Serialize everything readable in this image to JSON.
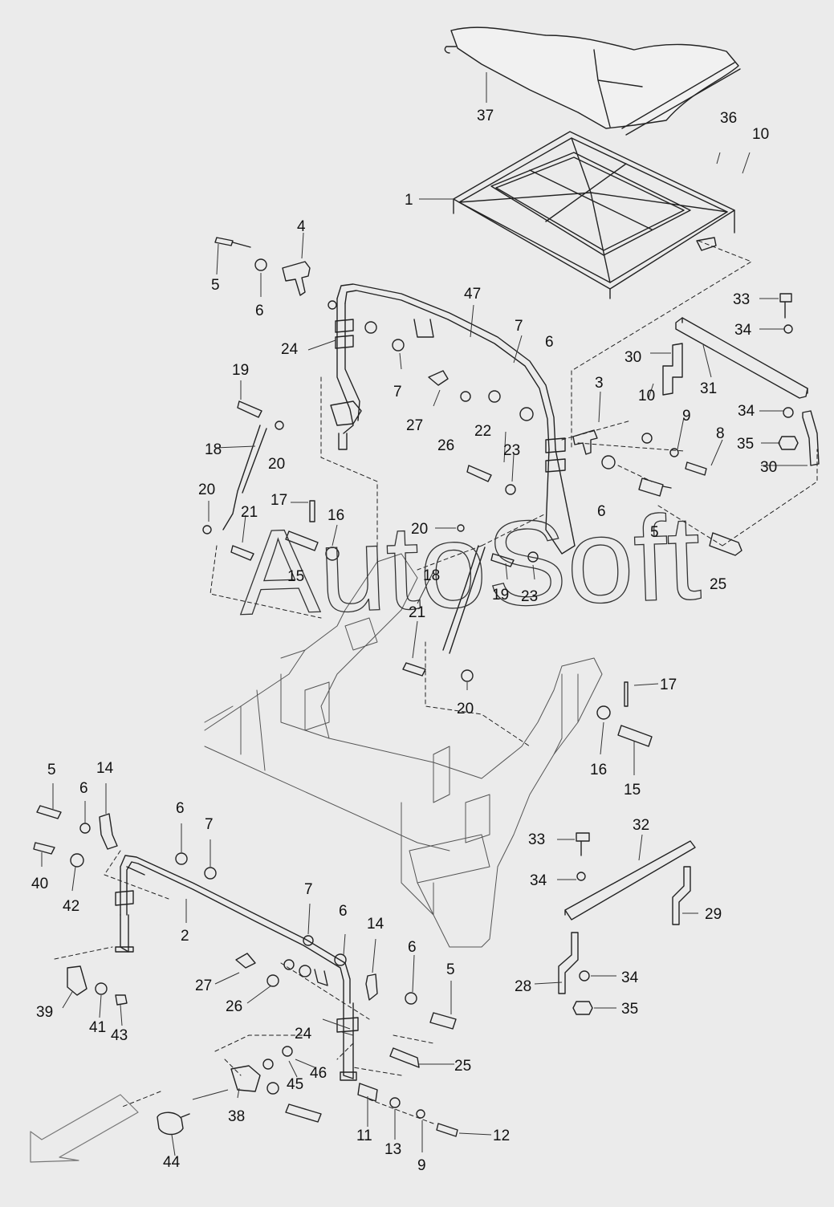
{
  "watermark": "AutoSoft",
  "callouts": [
    "37",
    "36",
    "10",
    "1",
    "4",
    "5",
    "6",
    "47",
    "7",
    "24",
    "6",
    "7",
    "19",
    "27",
    "26",
    "3",
    "10",
    "9",
    "8",
    "33",
    "34",
    "30",
    "31",
    "34",
    "35",
    "30",
    "18",
    "20",
    "22",
    "23",
    "20",
    "21",
    "17",
    "16",
    "15",
    "20",
    "18",
    "19",
    "23",
    "6",
    "5",
    "25",
    "21",
    "20",
    "17",
    "16",
    "15",
    "5",
    "14",
    "6",
    "6",
    "7",
    "40",
    "42",
    "2",
    "32",
    "33",
    "34",
    "29",
    "7",
    "6",
    "14",
    "6",
    "5",
    "27",
    "26",
    "39",
    "41",
    "43",
    "28",
    "34",
    "35",
    "24",
    "25",
    "46",
    "45",
    "38",
    "11",
    "13",
    "9",
    "12",
    "44"
  ]
}
